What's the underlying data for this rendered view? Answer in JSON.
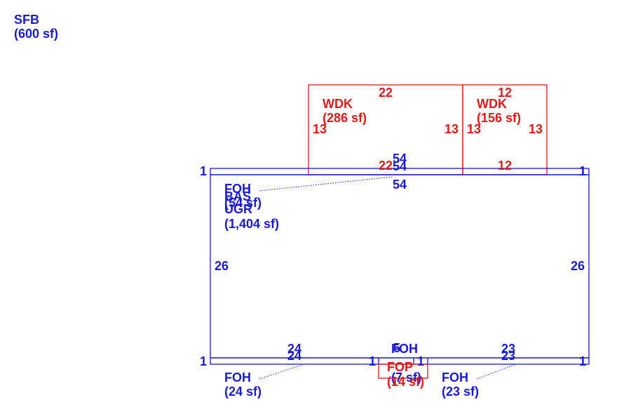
{
  "colors": {
    "blue": "#1a1ad6",
    "red": "#e01818"
  },
  "areas": {
    "sfb": {
      "code": "SFB",
      "area": "(600 sf)"
    },
    "wdk_left": {
      "code": "WDK",
      "area": "(286 sf)"
    },
    "wdk_right": {
      "code": "WDK",
      "area": "(156 sf)"
    },
    "foh_top": {
      "code": "FOH",
      "area": "(54 sf)"
    },
    "bas": {
      "code": "BAS"
    },
    "ugr": {
      "code": "UGR",
      "area": "(1,404 sf)"
    },
    "foh_bottom_left": {
      "code": "FOH",
      "area": "(24 sf)"
    },
    "foh_bottom_mid": {
      "code": "FOH",
      "area": "(7 sf)"
    },
    "fop": {
      "code": "FOP",
      "area": "(14 sf)"
    },
    "foh_bottom_right": {
      "code": "FOH",
      "area": "(23 sf)"
    }
  },
  "dimensions": {
    "wdk_left_top": "22",
    "wdk_left_bottom": "22",
    "wdk_left_left": "13",
    "wdk_left_right": "13",
    "wdk_right_top": "12",
    "wdk_right_bottom": "12",
    "wdk_right_left": "13",
    "wdk_right_right": "13",
    "foh_top_top": "54",
    "foh_top_mid": "54",
    "foh_top_bottom": "54",
    "foh_top_left": "1",
    "foh_top_right": "1",
    "main_left": "26",
    "main_right": "26",
    "bottom_left_top": "24",
    "bottom_left_bottom": "24",
    "bottom_left_end": "1",
    "bottom_mid_top": "5",
    "bottom_mid_left": "1",
    "bottom_mid_right": "1",
    "bottom_right_top": "23",
    "bottom_right_bottom": "23",
    "bottom_right_end": "1"
  }
}
